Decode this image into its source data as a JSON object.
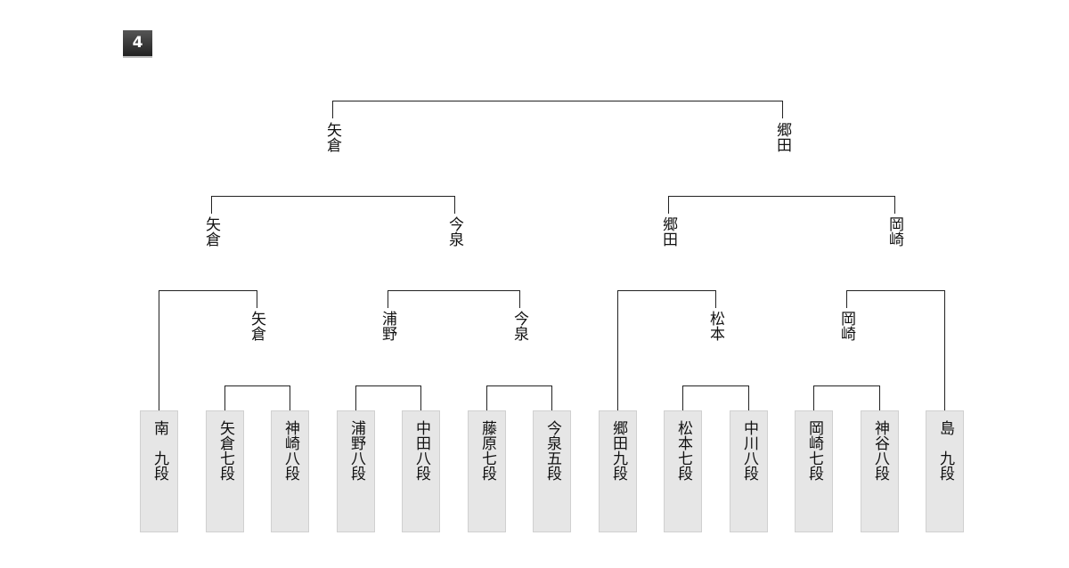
{
  "round_number": "4",
  "players": [
    {
      "name": "南　九段"
    },
    {
      "name": "矢倉七段"
    },
    {
      "name": "神崎八段"
    },
    {
      "name": "浦野八段"
    },
    {
      "name": "中田八段"
    },
    {
      "name": "藤原七段"
    },
    {
      "name": "今泉五段"
    },
    {
      "name": "郷田九段"
    },
    {
      "name": "松本七段"
    },
    {
      "name": "中川八段"
    },
    {
      "name": "岡崎七段"
    },
    {
      "name": "神谷八段"
    },
    {
      "name": "島　九段"
    }
  ],
  "round1_winners": [
    "矢倉",
    "浦野",
    "今泉",
    "松本",
    "岡崎"
  ],
  "round2_winners": [
    "矢倉",
    "今泉",
    "郷田",
    "岡崎"
  ],
  "round3_winners": [
    "矢倉",
    "郷田"
  ]
}
